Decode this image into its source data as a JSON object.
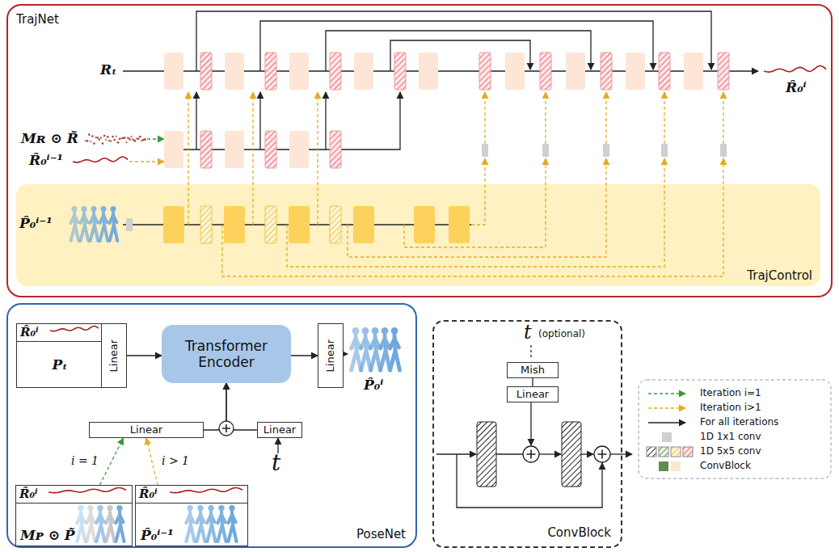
{
  "diagram": {
    "nodes": [
      {
        "text": [
          "TrajNet"
        ]
      },
      {
        "text": [
          "TrajControl"
        ],
        "in": 0
      },
      {
        "text": [
          "PoseNet"
        ]
      },
      {
        "text": [
          "R̂₀ⁱ",
          "Pₜ"
        ],
        "in": 2
      },
      {
        "text": [
          "Linear"
        ],
        "in": 2
      },
      {
        "text": [
          "Transformer Encoder"
        ],
        "in": 2
      },
      {
        "text": [
          "Linear"
        ],
        "in": 2
      },
      {
        "text": [
          "Linear"
        ],
        "in": 2
      },
      {
        "text": [
          "Linear"
        ],
        "in": 2
      },
      {
        "text": [
          "R̂₀ⁱ",
          "Mᴘ ⊙ P̃"
        ],
        "in": 2
      },
      {
        "text": [
          "R̂₀ⁱ",
          "P̂₀ⁱ⁻¹"
        ],
        "in": 2
      },
      {
        "text": [
          "ConvBlock"
        ]
      },
      {
        "text": [
          "Mish"
        ],
        "in": 11
      },
      {
        "text": [
          "Linear"
        ],
        "in": 11
      }
    ],
    "edges": [
      {
        "from": 4,
        "to": 5,
        "arrow": "to"
      },
      {
        "from": 5,
        "to": 6,
        "arrow": "to"
      },
      {
        "from": 7,
        "to": 5,
        "arrow": "to"
      },
      {
        "from": 8,
        "to": 5,
        "arrow": "to"
      },
      {
        "from": 9,
        "to": 7,
        "arrow": "to",
        "label": "i = 1"
      },
      {
        "from": 10,
        "to": 7,
        "arrow": "to",
        "label": "i > 1"
      },
      {
        "from": 12,
        "to": 13,
        "arrow": "none"
      }
    ],
    "labels": [
      "Rₜ",
      "Mʀ ⊙ R̃",
      "R̂₀ⁱ⁻¹",
      "P̂₀ⁱ⁻¹",
      "R̂₀ⁱ",
      "P̂₀ⁱ",
      "t",
      "t",
      "(optional)"
    ],
    "legend": [
      {
        "text": "Iteration i=1"
      },
      {
        "text": "Iteration i>1"
      },
      {
        "text": "For all iterations"
      },
      {
        "text": "1D 1x1 conv",
        "color": "#cfcfcf"
      },
      {
        "text": "1D 5x5 conv"
      },
      {
        "text": "ConvBlock"
      }
    ]
  }
}
